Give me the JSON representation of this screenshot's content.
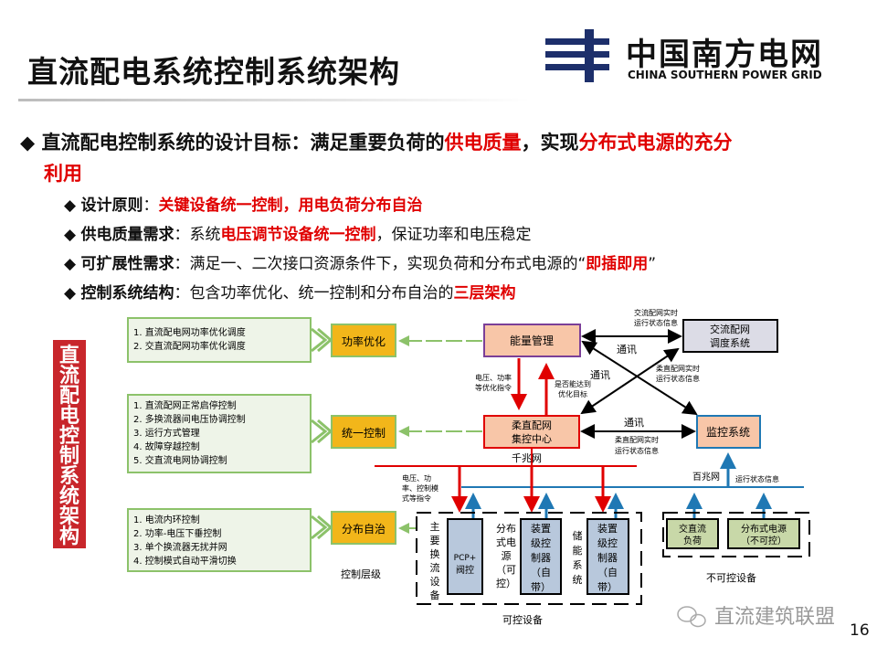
{
  "title": "直流配电系统控制系统架构",
  "logo": {
    "cn": "中国南方电网",
    "en": "CHINA SOUTHERN POWER GRID"
  },
  "main_bullet": {
    "p1": "直流配电控制系统的设计目标：满足重要负荷的",
    "h1": "供电质量",
    "p2": "，实现",
    "h2": "分布式电源的充分",
    "line2": "利用"
  },
  "sub_bullets": [
    {
      "key": "设计原则",
      "sep": "：",
      "parts": [
        "",
        "关键设备统一控制，用电负荷分布自治",
        ""
      ]
    },
    {
      "key": "供电质量需求",
      "sep": "：",
      "parts": [
        "系统",
        "电压调节设备统一控制",
        "，保证功率和电压稳定"
      ]
    },
    {
      "key": "可扩展性需求",
      "sep": "：",
      "parts": [
        "满足一、二次接口资源条件下，实现负荷和分布式电源的“",
        "即插即用",
        "”"
      ]
    },
    {
      "key": "控制系统结构",
      "sep": "：",
      "parts": [
        "包含功率优化、统一控制和分布自治的",
        "三层架构",
        ""
      ]
    }
  ],
  "diagram": {
    "banner": "直流配电控制系统架构",
    "green_boxes": [
      [
        "1. 直流配电网功率优化调度",
        "2. 交直流配网功率优化调度"
      ],
      [
        "1. 直流配网正常启停控制",
        "2. 多换流器间电压协调控制",
        "3. 运行方式管理",
        "4. 故障穿越控制",
        "5. 交直流电网协调控制"
      ],
      [
        "1. 电流内环控制",
        "2. 功率-电压下垂控制",
        "3. 单个换流器无扰并网",
        "4. 控制模式自动平滑切换"
      ]
    ],
    "layers": [
      "功率优化",
      "统一控制",
      "分布自治"
    ],
    "energy_mgmt": "能量管理",
    "ac_dispatch": [
      "交流配网",
      "调度系统"
    ],
    "control_center": [
      "柔直配网",
      "集控中心"
    ],
    "monitor": "监控系统",
    "labels": {
      "ac_realtime": [
        "交流配网实时",
        "运行状态信息"
      ],
      "comm": "通讯",
      "flex_realtime": [
        "柔直配网实时",
        "运行状态信息"
      ],
      "opt_cmd": [
        "电压、功率",
        "等优化指令"
      ],
      "reach_goal": [
        "是否能达到",
        "优化目标"
      ],
      "gigabit": "千兆网",
      "hundred_mb": "百兆网",
      "run_status": "运行状态信息",
      "ctrl_cmd": [
        "电压、功",
        "率、控制模",
        "式等指令"
      ],
      "control_level": "控制层级",
      "controllable": "可控设备",
      "uncontrollable": "不可控设备"
    },
    "devices": {
      "main_conv_label": [
        "主",
        "要",
        "换",
        "流",
        "设",
        "备"
      ],
      "pcp": [
        "PCP+",
        "阀控"
      ],
      "dg_label": [
        "分布",
        "式电",
        "源",
        "（可",
        "控）"
      ],
      "dev_ctrl": [
        "装置",
        "级控",
        "制器",
        "（自",
        "带）"
      ],
      "storage_label": [
        "储",
        "能",
        "系",
        "统"
      ],
      "load": [
        "交直流",
        "负荷"
      ],
      "dg_unctrl": [
        "分布式电源",
        "（不可控）"
      ]
    }
  },
  "watermark": "直流建筑联盟",
  "page_number": "16",
  "colors": {
    "red": "#e00000",
    "banner": "#c8262b",
    "orange": "#f2b61a",
    "green_border": "#8cc26a",
    "blue": "#1f78b4"
  }
}
